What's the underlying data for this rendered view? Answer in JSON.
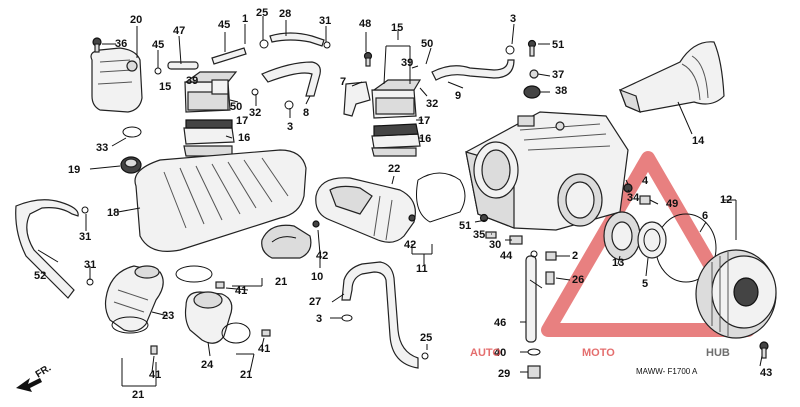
{
  "diagram_code": "MAWW- F1700 A",
  "front_label": "FR.",
  "watermark": {
    "auto": "AUTO",
    "moto": "MOTO",
    "hub": "HUB",
    "color_red": "#e05555",
    "color_gray": "#555555"
  },
  "callouts": {
    "c1": "1",
    "c2": "2",
    "c3a": "3",
    "c3b": "3",
    "c3c": "3",
    "c4": "4",
    "c5": "5",
    "c6": "6",
    "c7": "7",
    "c8": "8",
    "c9": "9",
    "c10": "10",
    "c11": "11",
    "c12": "12",
    "c13": "13",
    "c14": "14",
    "c15a": "15",
    "c15b": "15",
    "c16a": "16",
    "c16b": "16",
    "c17a": "17",
    "c17b": "17",
    "c18": "18",
    "c19": "19",
    "c20": "20",
    "c21a": "21",
    "c21b": "21",
    "c21c": "21",
    "c22": "22",
    "c23": "23",
    "c24": "24",
    "c25a": "25",
    "c25b": "25",
    "c26": "26",
    "c27": "27",
    "c28": "28",
    "c29": "29",
    "c30": "30",
    "c31a": "31",
    "c31b": "31",
    "c31c": "31",
    "c32a": "32",
    "c32b": "32",
    "c33": "33",
    "c34": "34",
    "c35": "35",
    "c36": "36",
    "c37": "37",
    "c38": "38",
    "c39a": "39",
    "c39b": "39",
    "c40": "40",
    "c41a": "41",
    "c41b": "41",
    "c41c": "41",
    "c42a": "42",
    "c42b": "42",
    "c43": "43",
    "c44": "44",
    "c45a": "45",
    "c45b": "45",
    "c46": "46",
    "c47": "47",
    "c48": "48",
    "c49": "49",
    "c50a": "50",
    "c50b": "50",
    "c51a": "51",
    "c51b": "51",
    "c52": "52"
  }
}
